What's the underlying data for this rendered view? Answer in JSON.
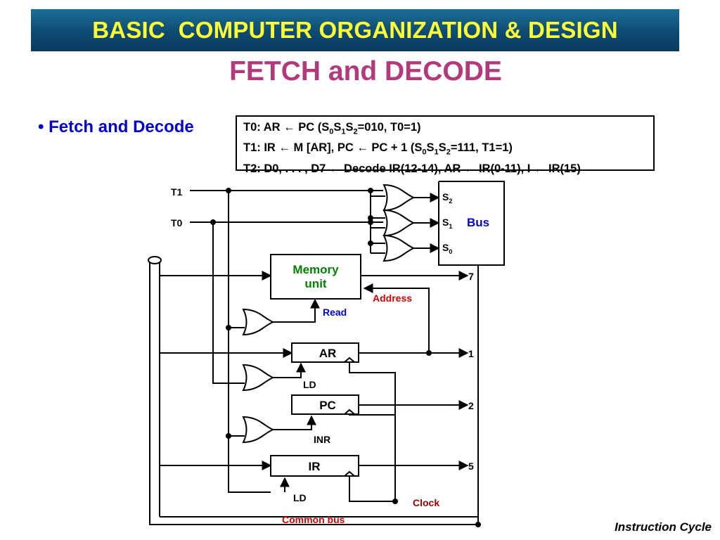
{
  "header": {
    "title": "BASIC  COMPUTER ORGANIZATION & DESIGN"
  },
  "slide": {
    "title": "FETCH and DECODE",
    "bullet": "• Fetch and Decode",
    "footer": "Instruction Cycle"
  },
  "rtl": [
    {
      "text": "T0: AR ← PC  (S",
      "s0": "0",
      "m1": "S",
      "s1": "1",
      "m2": "S",
      "s2": "2",
      "tail": "=010, T0=1)"
    },
    {
      "text": "T1: IR ← M [AR],  PC ← PC + 1   (S",
      "s0": "0",
      "m1": "S",
      "s1": "1",
      "m2": "S",
      "s2": "2",
      "tail": "=111, T1=1)"
    },
    {
      "text": "T2: D0, . . . , D7 ← Decode IR(12-14), AR ← IR(0-11), I ← IR(15)"
    }
  ],
  "diagram": {
    "inputs": {
      "t1": "T1",
      "t0": "T0"
    },
    "bus": {
      "label": "Bus",
      "s2": "S",
      "s2_sub": "2",
      "s1": "S",
      "s1_sub": "1",
      "s0": "S",
      "s0_sub": "0"
    },
    "memory": {
      "line1": "Memory",
      "line2": "unit"
    },
    "signals": {
      "address": "Address",
      "read": "Read",
      "ar_ld": "LD",
      "pc_inr": "INR",
      "ir_ld": "LD",
      "clock": "Clock",
      "common_bus": "Common bus"
    },
    "registers": {
      "ar": "AR",
      "pc": "PC",
      "ir": "IR"
    },
    "bus_lines": {
      "mem": "7",
      "ar": "1",
      "pc": "2",
      "ir": "5"
    }
  },
  "colors": {
    "banner_text": "#ffff33",
    "subtitle": "#b03a7a",
    "bullet": "#0000cc",
    "memory_label": "#008000",
    "address": "#cc0000",
    "read": "#0000cc",
    "bus_label": "#0000cc",
    "clock": "#990000",
    "common_bus": "#cc0000"
  }
}
